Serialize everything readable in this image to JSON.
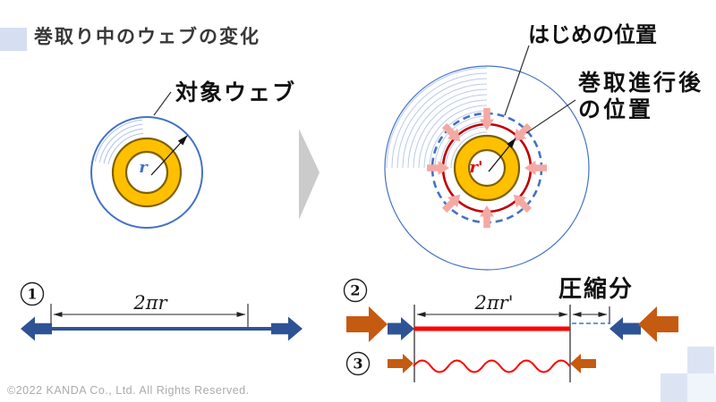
{
  "slide": {
    "title": "巻取り中のウェブの変化",
    "copyright": "©2022 KANDA Co., Ltd. All Rights Reserved."
  },
  "left_diagram": {
    "label": "対象ウェブ",
    "radius_label": "r"
  },
  "right_diagram": {
    "label_initial_position": "はじめの位置",
    "label_after_line1": "巻取進行後",
    "label_after_line2": "の位置",
    "radius_label": "r'"
  },
  "bottom_rows": {
    "marker1": "1",
    "marker2": "2",
    "marker3": "3",
    "dim_label_1": "2πr",
    "dim_label_2": "2πr'",
    "compression_label": "圧縮分"
  },
  "colors": {
    "web_circle_blue": "#4472C4",
    "core_yellow_fill": "#FFC000",
    "core_yellow_border": "#7F6000",
    "after_position_red": "#C00000",
    "stretched_line_red": "#FF0000",
    "compression_arrow_pink": "#F5A9A4",
    "block_arrow_blue": "#2E5395",
    "block_arrow_orange": "#C55A11",
    "transition_chevron_gray": "#CBCBCB",
    "deco_square_blue": "#D6DEF1",
    "deco_square_light": "#F0F4FB"
  }
}
